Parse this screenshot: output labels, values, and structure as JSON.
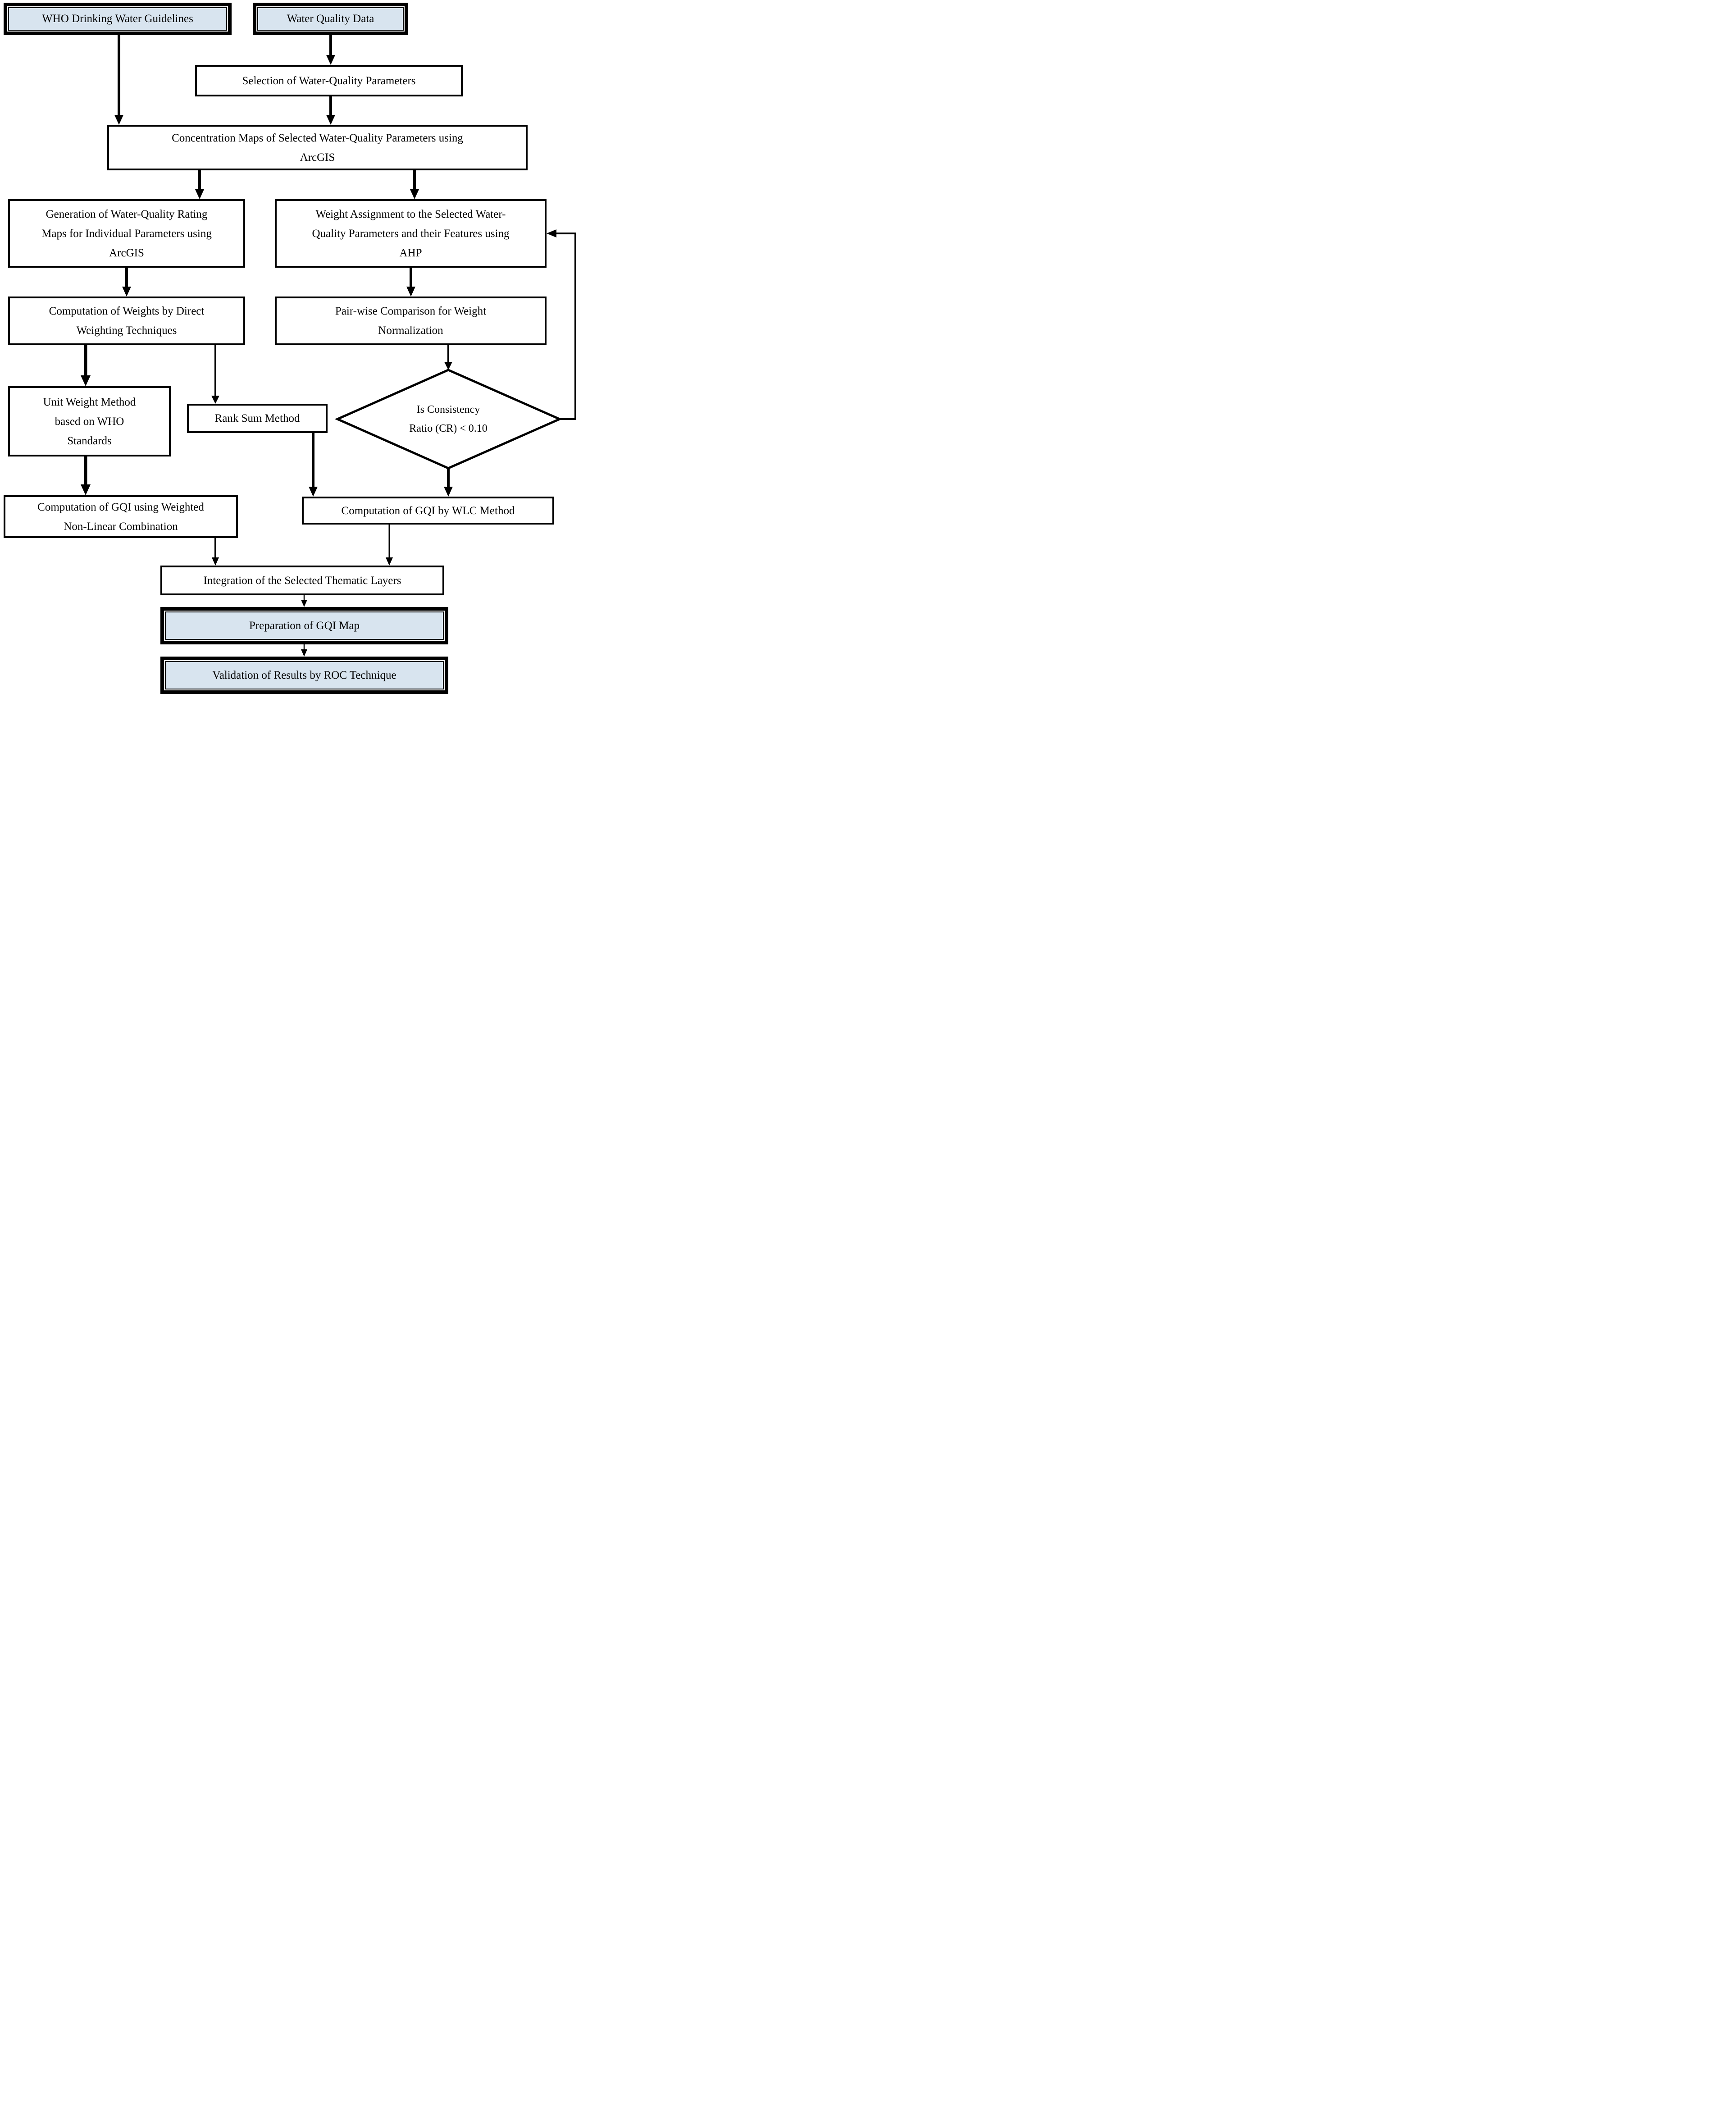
{
  "diagram": {
    "title": "GQI flowchart",
    "colors": {
      "terminal_fill": "#d8e4ef",
      "process_fill": "#ffffff",
      "line": "#000000"
    },
    "nodes": {
      "who": {
        "label": "WHO Drinking Water Guidelines"
      },
      "wqd": {
        "label": "Water Quality Data"
      },
      "selection": {
        "label": "Selection of Water-Quality Parameters"
      },
      "concentration": {
        "label": [
          "Concentration Maps of Selected Water-Quality Parameters using",
          "ArcGIS"
        ]
      },
      "generation": {
        "label": [
          "Generation of Water-Quality Rating",
          "Maps for Individual Parameters using",
          "ArcGIS"
        ]
      },
      "weight_assignment": {
        "label": [
          "Weight Assignment to the Selected Water-",
          "Quality Parameters and their Features using",
          "AHP"
        ]
      },
      "comp_weights": {
        "label": [
          "Computation of Weights by Direct",
          "Weighting Techniques"
        ]
      },
      "pairwise": {
        "label": [
          "Pair-wise Comparison for Weight",
          "Normalization"
        ]
      },
      "unit_weight": {
        "label": [
          "Unit Weight Method",
          "based on WHO",
          "Standards"
        ]
      },
      "rank_sum": {
        "label": "Rank Sum Method"
      },
      "consistency_decision": {
        "label": [
          "Is Consistency",
          "Ratio (CR) < 0.10"
        ]
      },
      "gqi_wnlc": {
        "label": [
          "Computation of GQI using Weighted",
          "Non-Linear Combination"
        ]
      },
      "gqi_wlc": {
        "label": "Computation of GQI by WLC Method"
      },
      "integration": {
        "label": "Integration of the Selected Thematic Layers"
      },
      "preparation": {
        "label": "Preparation of GQI Map"
      },
      "validation": {
        "label": "Validation of Results by ROC Technique"
      }
    }
  }
}
